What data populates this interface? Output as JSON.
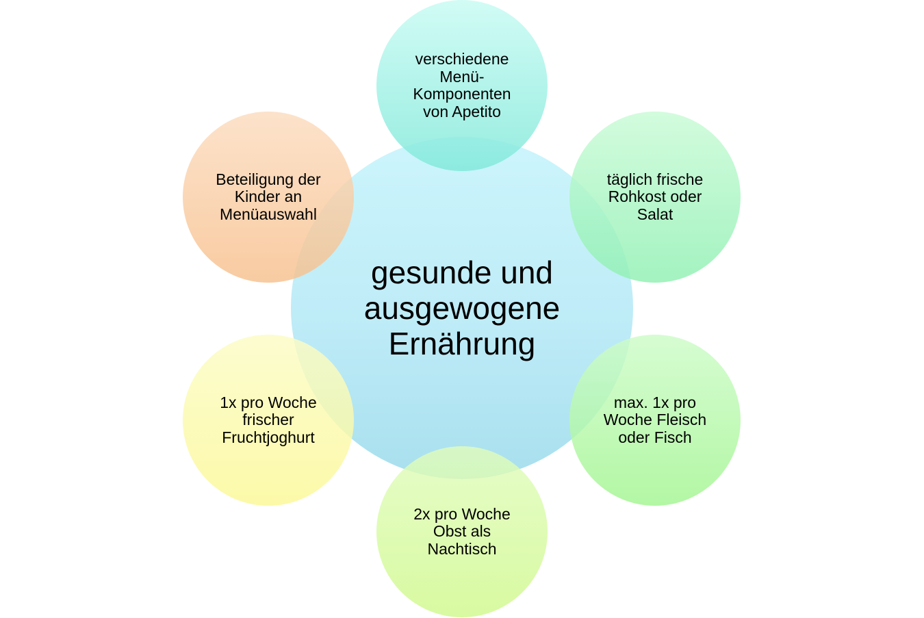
{
  "diagram": {
    "center": {
      "label": "gesunde und\nausgewogene\nErnährung"
    },
    "satellites": [
      {
        "label": "verschiedene\nMenü-\nKomponenten\nvon Apetito"
      },
      {
        "label": "täglich frische\nRohkost oder\nSalat"
      },
      {
        "label": "max. 1x pro\nWoche Fleisch\noder Fisch"
      },
      {
        "label": "2x pro Woche\nObst als\nNachtisch"
      },
      {
        "label": "1x pro Woche\nfrischer\nFruchtjoghurt"
      },
      {
        "label": "Beteiligung der\nKinder an\nMenüauswahl"
      }
    ]
  }
}
